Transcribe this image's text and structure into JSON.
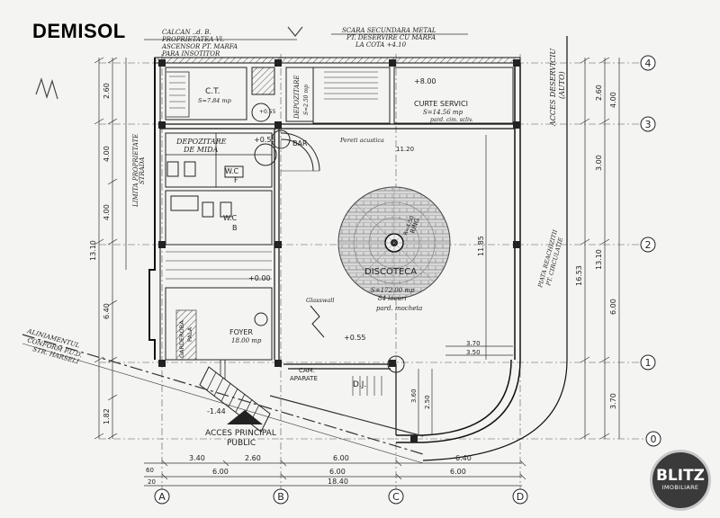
{
  "title": "DEMISOL",
  "logo": {
    "main": "BLITZ",
    "sub": "IMOBILIARE"
  },
  "grid": {
    "rows": [
      "4",
      "3",
      "2",
      "1",
      "0"
    ],
    "cols": [
      "A",
      "B",
      "C",
      "D"
    ]
  },
  "notes": {
    "top_left_1": "CALCAN ..d. B.",
    "top_left_2": "PROPRIETATEA Vl.",
    "top_left_3": "ASCENSOR PT. MARFA",
    "top_left_4": "PARA INSOTITOR",
    "top_right_1": "SCARA SECUNDARA METAL",
    "top_right_2": "PT. DESERVIRE CU MARFA",
    "top_right_3": "LA COTA +4.10",
    "left_1": "LIMITA PROPRIETATE",
    "left_2": "STRADA",
    "aliniament_1": "ALINIAMENTUL",
    "aliniament_2": "CONFORM P.U.D.",
    "aliniament_3": "STR. HARSELI",
    "right_1": "ACCES DESERVICIU",
    "right_2": "(AUTO)",
    "right_3": "PIATA REACHIZITII",
    "right_4": "PT. CIRCULATIE"
  },
  "rooms": {
    "ct": "C.T.",
    "ct_area": "S=7.84 mp",
    "depozit_mp": "DEPOZITARE",
    "depozit_mp_2": "DE MIDA",
    "wc_f": "W.C",
    "wc_f2": "F",
    "wc_b": "W.C",
    "wc_b2": "B",
    "depozitare_v": "DEPOZITARE",
    "depozitare_v_area": "S=2.50 mp",
    "bar": "BAR",
    "curte_servici": "CURTE SERVICI",
    "curte_area": "S=14.56 mp",
    "curte_floor": "pard. cim. scliv.",
    "discoteca": "DISCOTECA",
    "disco_area": "S=172.00 mp",
    "disco_pers": "84 locuri",
    "disco_floor": "pard. mocheta",
    "ring": "RING",
    "ring_area": "R=4.50",
    "foyer": "FOYER",
    "foyer_area": "18.00 mp",
    "garderoba": "GARDEROBA",
    "garderoba_2": "PALA",
    "cam_aparate": "CAM.",
    "cam_aparate_2": "APARATE",
    "dj": "D.J.",
    "pereti": "Pereti acustica",
    "glass": "Glasswall",
    "acces_1": "ACCES PRINCIPAL",
    "acces_2": "PUBLIC"
  },
  "levels": {
    "l1": "+8.00",
    "l2": "+0.55",
    "l3": "+0.00",
    "l4": "+0.55",
    "l5": "-1.44",
    "l6": "+0.55"
  },
  "dims": {
    "bottom_1": "3.40",
    "bottom_2": "2.60",
    "bottom_3": "6.00",
    "bottom_4": "6.40",
    "bottom_5": "6.00",
    "bottom_6": "6.00",
    "bottom_7": "6.00",
    "bottom_total": "18.40",
    "bottom_a": "60",
    "bottom_b": "20",
    "left_1": "2.60",
    "left_2": "4.00",
    "left_3": "4.00",
    "left_4": "6.40",
    "left_5": "1.82",
    "left_total": "13.10",
    "right_1": "2.60",
    "right_2": "3.00",
    "right_3": "4.00",
    "right_4": "6.00",
    "right_5": "3.70",
    "right_total": "16.53",
    "right_total2": "13.10",
    "inner_1": "11.85",
    "inner_2": "3.70",
    "inner_3": "3.50",
    "inner_4": "2.50",
    "inner_5": "11.20",
    "inner_6": "3.60"
  }
}
